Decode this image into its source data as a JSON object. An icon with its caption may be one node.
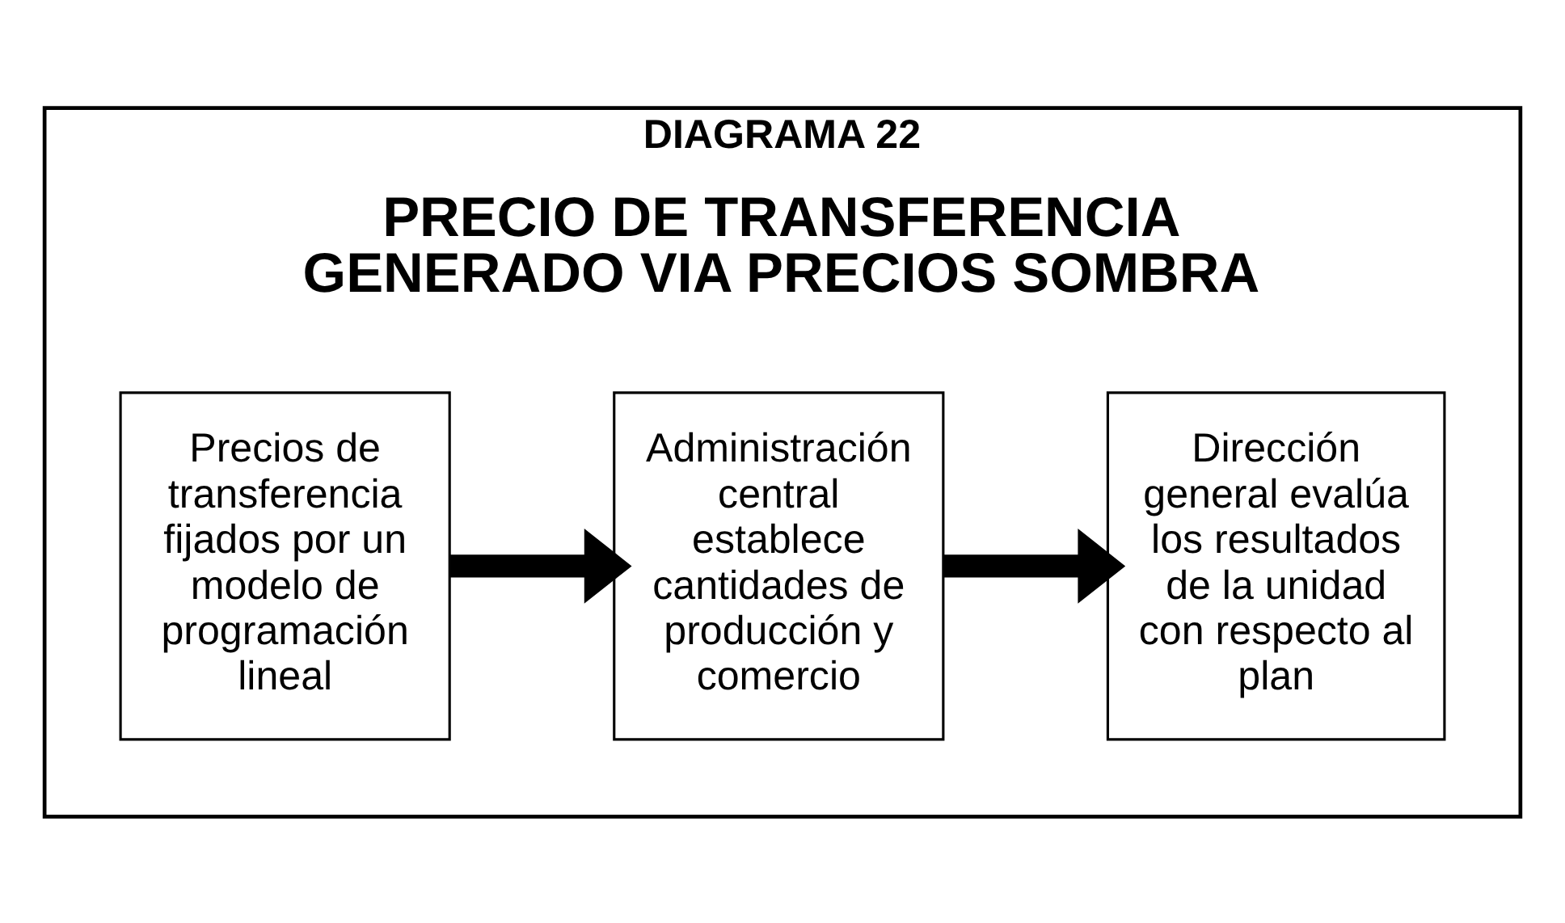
{
  "diagram": {
    "nodes": [
      {
        "text": [
          "DIAGRAMA 22",
          "PRECIO DE TRANSFERENCIA GENERADO VIA PRECIOS SOMBRA"
        ]
      },
      {
        "text": [
          "Precios de transferencia fijados por un modelo de programación lineal"
        ],
        "in": 0
      },
      {
        "text": [
          "Administración central establece cantidades de producción y comercio"
        ],
        "in": 0
      },
      {
        "text": [
          "Dirección general evalúa los resultados de la unidad con respecto al plan"
        ],
        "in": 0
      }
    ],
    "edges": [
      {
        "from": 1,
        "to": 2,
        "arrow": "to"
      },
      {
        "from": 2,
        "to": 3,
        "arrow": "to"
      }
    ]
  }
}
